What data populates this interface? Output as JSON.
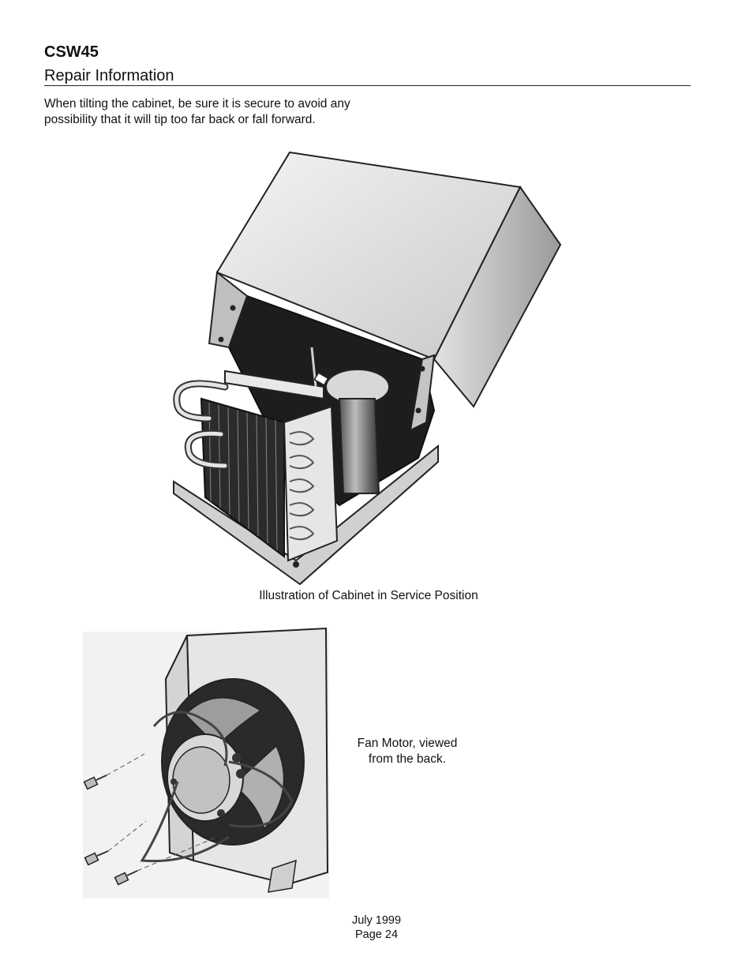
{
  "header": {
    "model": "CSW45",
    "section": "Repair Information"
  },
  "body": {
    "intro": "When tilting the cabinet, be sure it is secure to avoid any possibility that it will tip too far back or fall forward."
  },
  "figures": {
    "cabinet_caption": "Illustration of Cabinet in Service Position",
    "fan_caption": "Fan Motor, viewed from the back."
  },
  "footer": {
    "date": "July 1999",
    "page": "Page 24"
  }
}
